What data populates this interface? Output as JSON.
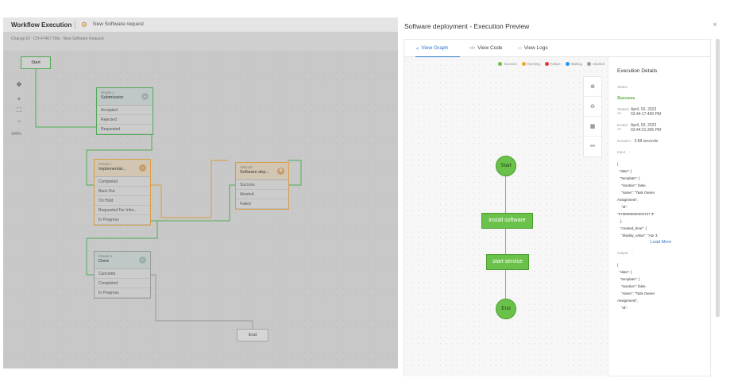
{
  "workflow": {
    "title": "Workflow Execution",
    "request_label": "New Software request",
    "subheader": "Change ID :  CH-47467    Title :  New Software Request",
    "zoom": "100%",
    "start": "Start",
    "end": "End",
    "stages": [
      {
        "label": "STAGE 1",
        "name": "Submission",
        "rows": [
          "Accepted",
          "Rejected",
          "Requested"
        ]
      },
      {
        "label": "STAGE 2",
        "name": "Implementat...",
        "rows": [
          "Completed",
          "Back Out",
          "On Hold",
          "Requested For Infor...",
          "In Progress"
        ]
      },
      {
        "label": "STAGE 3",
        "name": "Done",
        "rows": [
          "Canceled",
          "Completed",
          "In Progress"
        ]
      },
      {
        "label": "CIRCUIT",
        "name": "Software dep...",
        "rows": [
          "Success",
          "Aborted",
          "Failed"
        ]
      }
    ]
  },
  "preview": {
    "title": "Software deployment - Execution Preview",
    "close": "×",
    "tabs": [
      {
        "icon": "⊿",
        "label": "View Graph"
      },
      {
        "icon": "</>",
        "label": "View Code"
      },
      {
        "icon": "▭",
        "label": "View Logs"
      }
    ],
    "legend": [
      {
        "label": "Success",
        "color": "#6bc24a"
      },
      {
        "label": "Running",
        "color": "#f5a623"
      },
      {
        "label": "Failure",
        "color": "#e53935"
      },
      {
        "label": "Waiting",
        "color": "#2196f3"
      },
      {
        "label": "Aborted",
        "color": "#9e9e9e"
      }
    ],
    "tools": [
      "⊕",
      "⊖",
      "▦",
      "⚯"
    ],
    "graph": {
      "start": "Start",
      "step1": "install software",
      "step2": "start service",
      "end": "End"
    },
    "details": {
      "title": "Execution Details",
      "status_label": "Status",
      "status_sep": ":",
      "status_value": "Success",
      "started_label": "Started At:",
      "started_value": "April, 03, 2023 03:44:17:400 PM",
      "ended_label": "Ended At:",
      "ended_value": "April, 03, 2023 03:44:21:306 PM",
      "duration_label": "Duration :",
      "duration_value": "3.88 seconds",
      "input_label": "Input",
      "input_sep": ":",
      "input_json": "{\n  \"data\": {\n   \"template\": {\n    \"inactive\": false,\n    \"name\": \"Task Owner\nAssignment\",\n    \"id\":\n\"2736000000204727 3\"\n   },\n   \"created_time\": {\n    \"display_value\": \"Apr 3,",
      "load_more": "Load More",
      "output_label": "Output",
      "output_sep": ":",
      "output_json": "{\n  \"data\": {\n   \"template\": {\n    \"inactive\": false,\n    \"name\": \"Task Owner\nAssignment\",\n    \"id\":"
    }
  }
}
